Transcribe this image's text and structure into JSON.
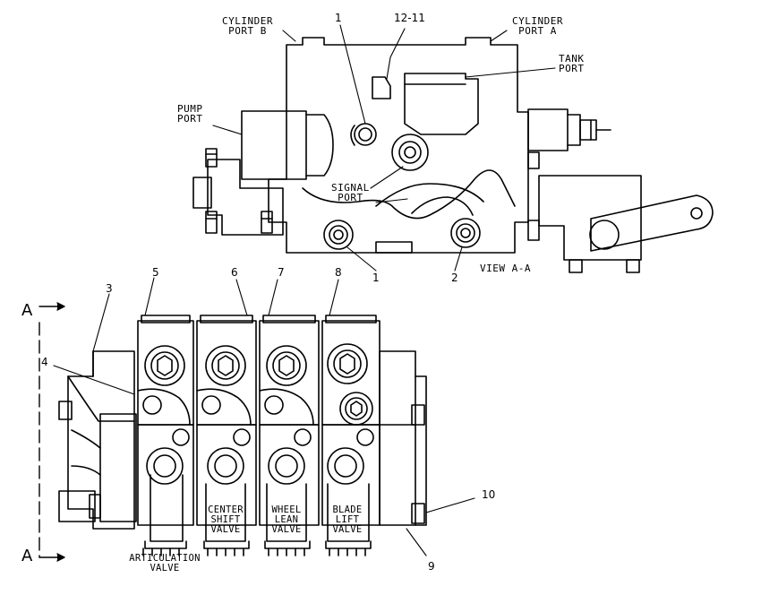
{
  "view_title": "VIEW A-A",
  "section_mark": "A",
  "port_labels": {
    "cylinder_port_b": [
      "CYLINDER",
      "PORT B"
    ],
    "cylinder_port_a": [
      "CYLINDER",
      "PORT A"
    ],
    "tank_port": [
      "TANK",
      "PORT"
    ],
    "pump_port": [
      "PUMP",
      "PORT"
    ],
    "signal_port": [
      "SIGNAL",
      "PORT"
    ]
  },
  "callouts": {
    "c1_top": "1",
    "c12_11": "12-11",
    "c1_bottom": "1",
    "c2": "2",
    "c3": "3",
    "c4": "4",
    "c5": "5",
    "c6": "6",
    "c7": "7",
    "c8": "8",
    "c9": "9",
    "c10": "10"
  },
  "valve_labels": {
    "articulation": [
      "ARTICULATION",
      "VALVE"
    ],
    "center_shift": [
      "CENTER",
      "SHIFT",
      "VALVE"
    ],
    "wheel_lean": [
      "WHEEL",
      "LEAN",
      "VALVE"
    ],
    "blade_lift": [
      "BLADE",
      "LIFT",
      "VALVE"
    ]
  }
}
